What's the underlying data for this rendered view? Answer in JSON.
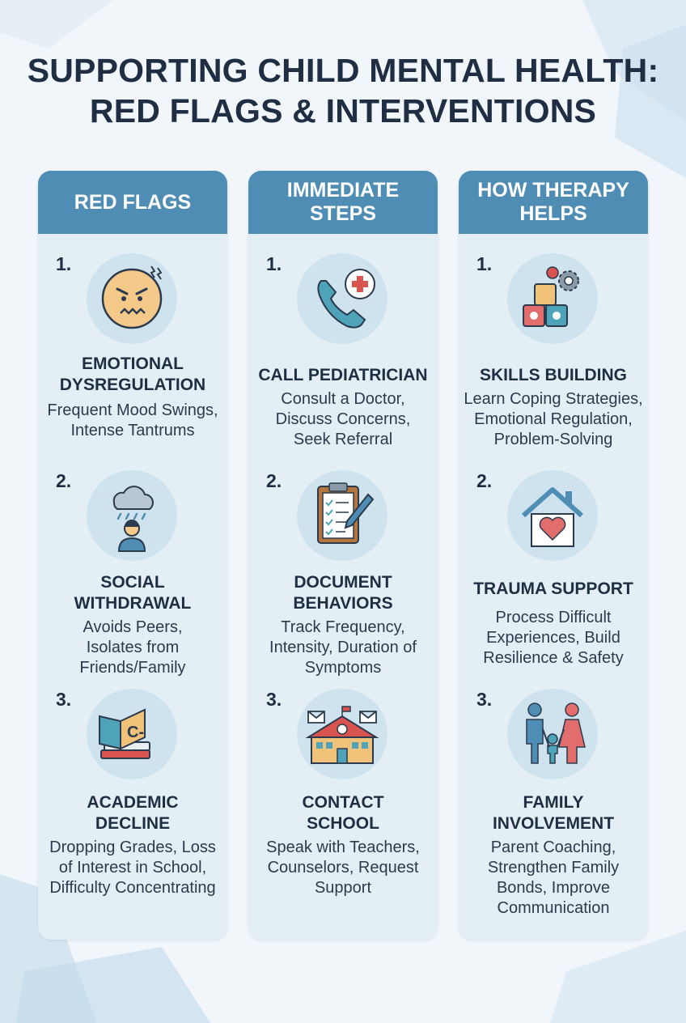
{
  "title": {
    "line1": "SUPPORTING CHILD MENTAL HEALTH:",
    "line2": "RED FLAGS & INTERVENTIONS"
  },
  "columns": [
    {
      "header": "RED FLAGS",
      "items": [
        {
          "number": "1.",
          "icon": "angry-face-icon",
          "title": "EMOTIONAL DYSREGULATION",
          "desc": "Frequent Mood Swings, Intense Tantrums"
        },
        {
          "number": "2.",
          "icon": "rain-cloud-child-icon",
          "title": "SOCIAL WITHDRAWAL",
          "desc": "Avoids Peers, Isolates from Friends/Family"
        },
        {
          "number": "3.",
          "icon": "books-grade-icon",
          "title": "ACADEMIC DECLINE",
          "desc": "Dropping Grades, Loss of Interest in School, Difficulty Concentrating"
        }
      ]
    },
    {
      "header": "IMMEDIATE STEPS",
      "items": [
        {
          "number": "1.",
          "icon": "phone-medical-icon",
          "title": "CALL PEDIATRICIAN",
          "desc": "Consult a Doctor, Discuss Concerns, Seek Referral"
        },
        {
          "number": "2.",
          "icon": "clipboard-pen-icon",
          "title": "DOCUMENT BEHAVIORS",
          "desc": "Track Frequency, Intensity, Duration of Symptoms"
        },
        {
          "number": "3.",
          "icon": "school-building-icon",
          "title": "CONTACT SCHOOL",
          "desc": "Speak with Teachers, Counselors, Request Support"
        }
      ]
    },
    {
      "header": "HOW THERAPY HELPS",
      "items": [
        {
          "number": "1.",
          "icon": "blocks-gears-icon",
          "title": "SKILLS BUILDING",
          "desc": "Learn Coping Strategies, Emotional Regulation, Problem-Solving"
        },
        {
          "number": "2.",
          "icon": "house-heart-icon",
          "title": "TRAUMA SUPPORT",
          "desc": "Process Difficult Experiences, Build Resilience & Safety"
        },
        {
          "number": "3.",
          "icon": "family-icon",
          "title": "FAMILY INVOLVEMENT",
          "desc": "Parent Coaching, Strengthen Family Bonds, Improve Communication"
        }
      ]
    }
  ],
  "colors": {
    "header": "#4f8db4",
    "card": "#e4eff5",
    "text": "#1f2e42",
    "icon_bg": "#cfe3ee"
  }
}
